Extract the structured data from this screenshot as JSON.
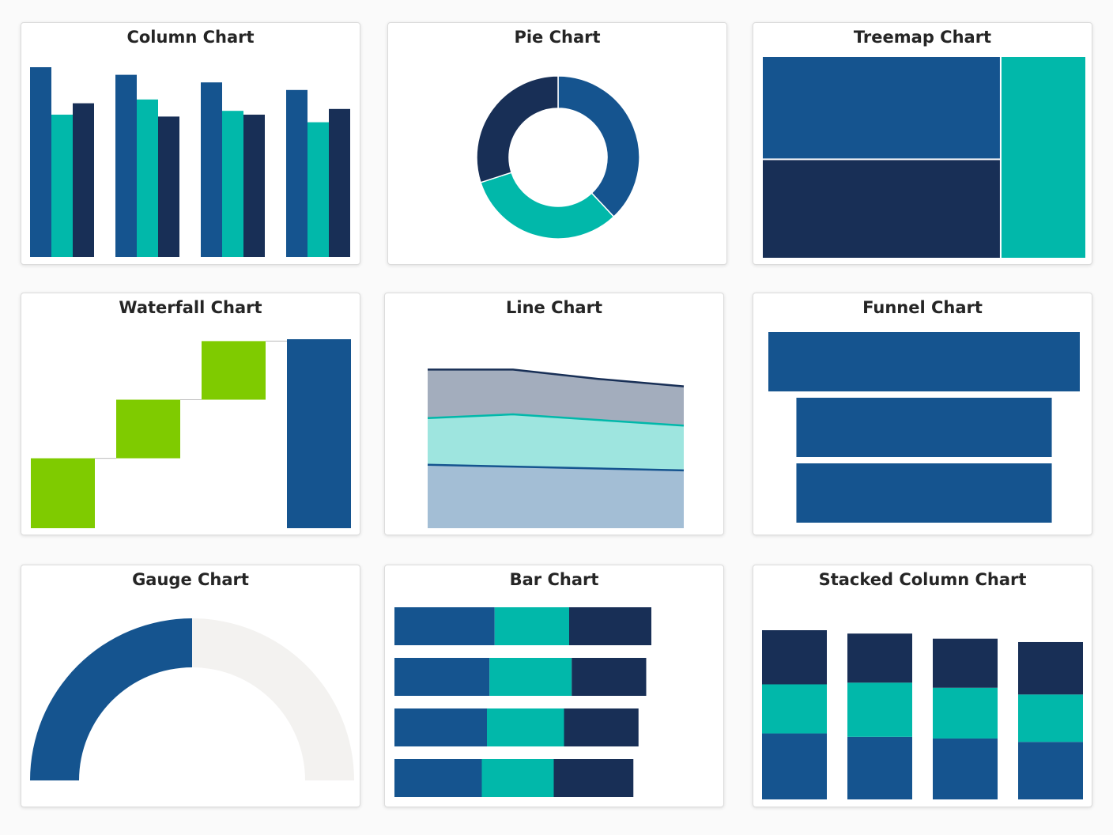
{
  "colors": {
    "blue": "#15548f",
    "teal": "#01b8aa",
    "navy": "#182f56",
    "green": "#7fcb00",
    "gray": "#a3adbd",
    "light_teal": "#9ee5df",
    "light_blue": "#a3bed5",
    "track": "#f3f2f0"
  },
  "charts": {
    "column": {
      "title": "Column Chart",
      "chart_data": {
        "type": "bar",
        "categories": [
          "",
          "",
          "",
          ""
        ],
        "series": [
          {
            "values": [
              100,
              96,
              92,
              88
            ]
          },
          {
            "values": [
              75,
              83,
              77,
              71
            ]
          },
          {
            "values": [
              81,
              74,
              75,
              78
            ]
          }
        ],
        "ylim": [
          0,
          100
        ]
      }
    },
    "pie": {
      "title": "Pie Chart",
      "chart_data": {
        "type": "pie",
        "values": [
          38,
          32,
          30
        ],
        "donut": true
      }
    },
    "treemap": {
      "title": "Treemap Chart",
      "chart_data": {
        "type": "treemap",
        "values": [
          38,
          36,
          26
        ]
      }
    },
    "waterfall": {
      "title": "Waterfall Chart",
      "chart_data": {
        "type": "bar",
        "subtype": "waterfall",
        "steps": [
          37,
          31,
          31
        ],
        "total": 100,
        "ylim": [
          0,
          100
        ]
      }
    },
    "line": {
      "title": "Line Chart",
      "chart_data": {
        "type": "area",
        "x": [
          0,
          1,
          2,
          3
        ],
        "series": [
          {
            "values": [
              34,
              33,
              32,
              31
            ]
          },
          {
            "values": [
              25,
              28,
              26,
              24
            ]
          },
          {
            "values": [
              26,
              24,
              22,
              21
            ]
          }
        ],
        "stacked": true,
        "ylim": [
          0,
          100
        ]
      }
    },
    "funnel": {
      "title": "Funnel Chart",
      "chart_data": {
        "type": "funnel",
        "values": [
          100,
          82,
          82
        ]
      }
    },
    "gauge": {
      "title": "Gauge Chart",
      "chart_data": {
        "type": "gauge",
        "value": 50,
        "min": 0,
        "max": 100
      }
    },
    "bar": {
      "title": "Bar Chart",
      "chart_data": {
        "type": "bar",
        "orientation": "horizontal",
        "stacked": true,
        "categories": [
          "",
          "",
          "",
          ""
        ],
        "series": [
          {
            "values": [
              39,
              37,
              36,
              34
            ]
          },
          {
            "values": [
              29,
              32,
              30,
              28
            ]
          },
          {
            "values": [
              32,
              29,
              29,
              31
            ]
          }
        ]
      }
    },
    "stacked": {
      "title": "Stacked Column Chart",
      "chart_data": {
        "type": "bar",
        "stacked": true,
        "categories": [
          "",
          "",
          "",
          ""
        ],
        "series": [
          {
            "values": [
              39,
              37,
              36,
              34
            ]
          },
          {
            "values": [
              29,
              32,
              30,
              28
            ]
          },
          {
            "values": [
              32,
              29,
              29,
              31
            ]
          }
        ],
        "ylim": [
          0,
          100
        ]
      }
    }
  }
}
